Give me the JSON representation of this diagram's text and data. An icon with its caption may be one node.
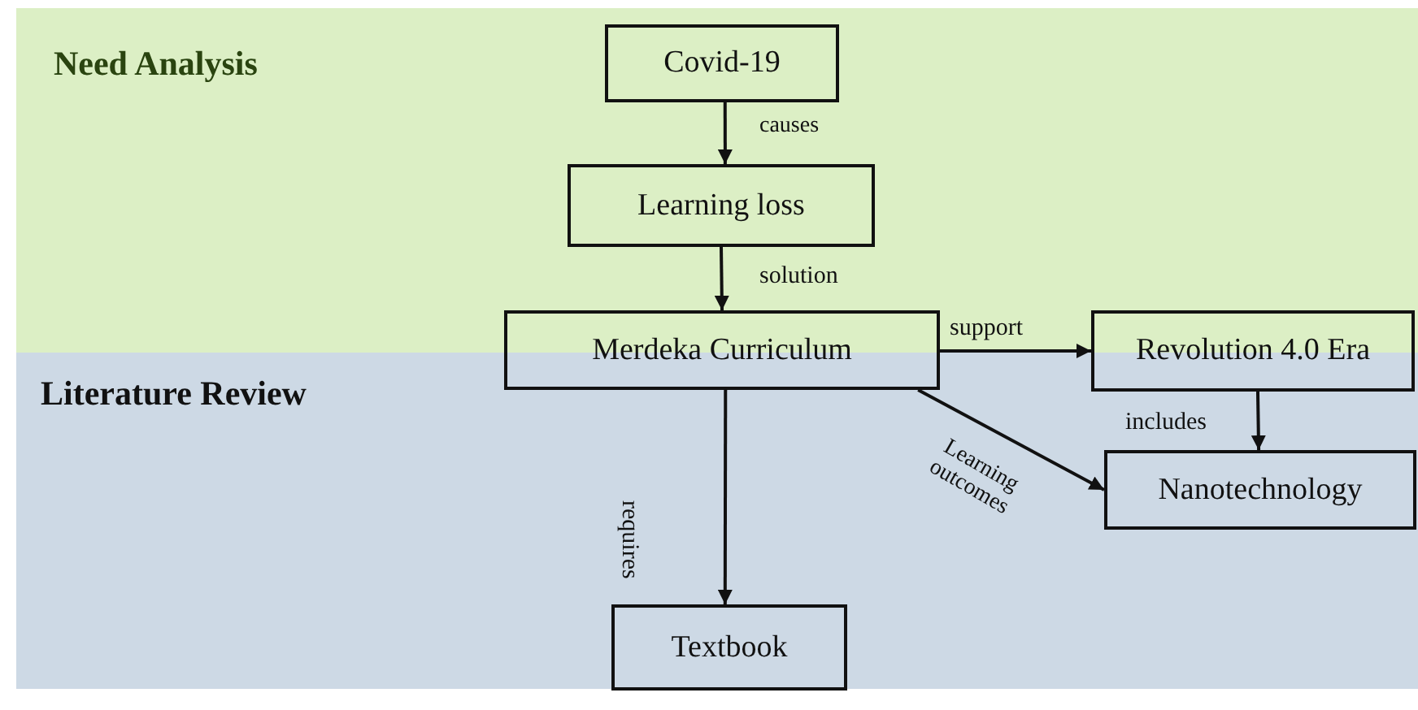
{
  "diagram": {
    "nodes": [
      {
        "text": [
          "Need Analysis"
        ]
      },
      {
        "text": [
          "Literature Review"
        ]
      },
      {
        "text": [
          "Covid-19"
        ],
        "in": 0
      },
      {
        "text": [
          "Learning loss"
        ],
        "in": 0
      },
      {
        "text": [
          "Merdeka Curriculum"
        ]
      },
      {
        "text": [
          "Revolution 4.0 Era"
        ]
      },
      {
        "text": [
          "Nanotechnology"
        ],
        "in": 1
      },
      {
        "text": [
          "Textbook"
        ],
        "in": 1
      }
    ],
    "edges": [
      {
        "from": 2,
        "to": 3,
        "arrow": "to",
        "label": "causes"
      },
      {
        "from": 3,
        "to": 4,
        "arrow": "to",
        "label": "solution"
      },
      {
        "from": 4,
        "to": 5,
        "arrow": "to",
        "label": "support"
      },
      {
        "from": 5,
        "to": 6,
        "arrow": "to",
        "label": "includes"
      },
      {
        "from": 4,
        "to": 6,
        "arrow": "to",
        "label": "Learning outcomes"
      },
      {
        "from": 4,
        "to": 7,
        "arrow": "to",
        "label": "requires"
      }
    ]
  }
}
